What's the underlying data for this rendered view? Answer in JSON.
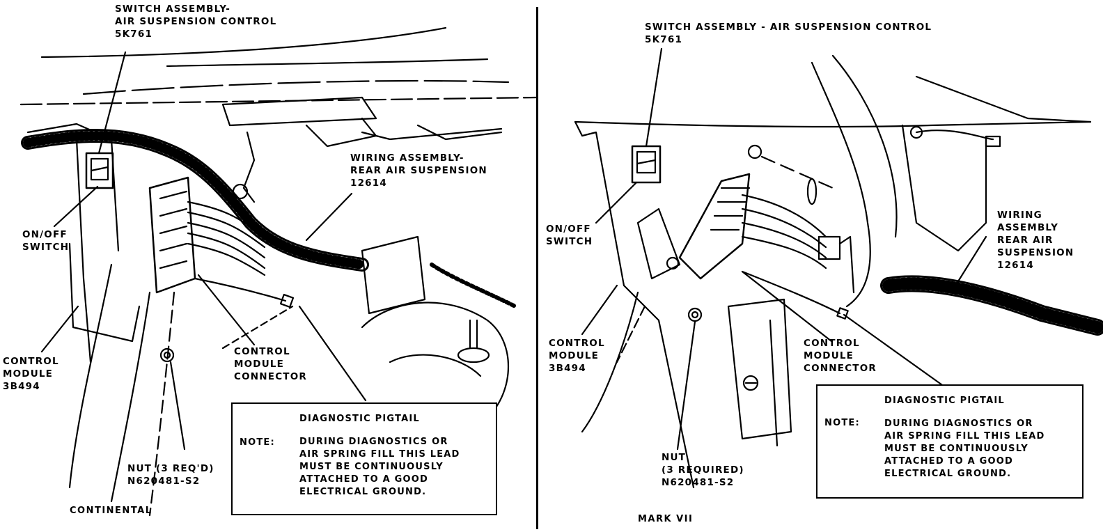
{
  "left": {
    "switch_assembly": [
      "SWITCH ASSEMBLY-",
      "AIR SUSPENSION CONTROL",
      "5K761"
    ],
    "wiring_assembly": [
      "WIRING ASSEMBLY-",
      "REAR AIR SUSPENSION",
      "12614"
    ],
    "on_off_switch": [
      "ON/OFF",
      "SWITCH"
    ],
    "control_module": [
      "CONTROL",
      "MODULE",
      "3B494"
    ],
    "control_module_connector": [
      "CONTROL",
      "MODULE",
      "CONNECTOR"
    ],
    "nut": [
      "NUT (3 REQ'D)",
      "N620481-S2"
    ],
    "note_box": {
      "title": "DIAGNOSTIC PIGTAIL",
      "key": "NOTE:",
      "body": [
        "DURING DIAGNOSTICS OR",
        "AIR SPRING FILL THIS LEAD",
        "MUST BE CONTINUOUSLY",
        "ATTACHED TO A GOOD",
        "ELECTRICAL GROUND."
      ]
    },
    "caption": "CONTINENTAL"
  },
  "right": {
    "switch_assembly": [
      "SWITCH ASSEMBLY - AIR SUSPENSION CONTROL",
      "5K761"
    ],
    "wiring_assembly": [
      "WIRING",
      "ASSEMBLY",
      "REAR AIR",
      "SUSPENSION",
      "12614"
    ],
    "on_off_switch": [
      "ON/OFF",
      "SWITCH"
    ],
    "control_module": [
      "CONTROL",
      "MODULE",
      "3B494"
    ],
    "control_module_connector": [
      "CONTROL",
      "MODULE",
      "CONNECTOR"
    ],
    "nut": [
      "NUT",
      "(3 REQUIRED)",
      "N620481-S2"
    ],
    "note_box": {
      "title": "DIAGNOSTIC PIGTAIL",
      "key": "NOTE:",
      "body": [
        "DURING DIAGNOSTICS OR",
        "AIR SPRING FILL THIS LEAD",
        "MUST BE CONTINUOUSLY",
        "ATTACHED TO A GOOD",
        "ELECTRICAL GROUND."
      ]
    },
    "caption": "MARK VII"
  }
}
